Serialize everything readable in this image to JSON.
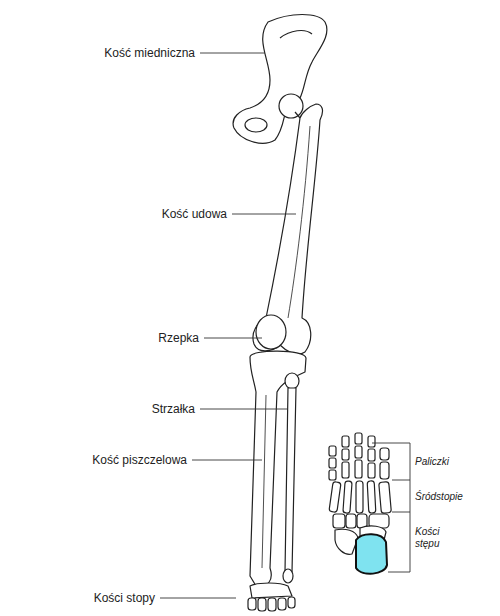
{
  "diagram": {
    "labels": [
      "Kość miedniczna",
      "Kość udowa",
      "Rzepka",
      "Strzałka",
      "Kość piszczelowa",
      "Kości stopy",
      "Paliczki",
      "Śródstopie",
      "Kości stępu"
    ]
  }
}
